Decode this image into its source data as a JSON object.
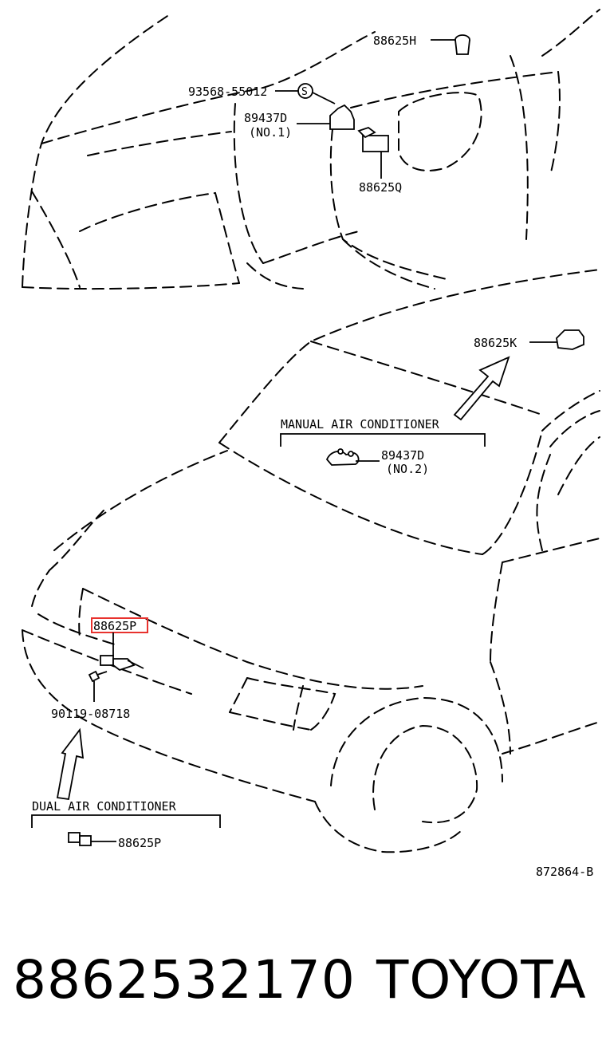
{
  "diagram": {
    "labels": {
      "p_88625H": "88625H",
      "p_93568": "93568-55012",
      "s_mark": "S",
      "p_89437D_1": "89437D",
      "p_89437D_1_sub": "(NO.1)",
      "p_88625Q": "88625Q",
      "p_88625K": "88625K",
      "manual_ac": "MANUAL AIR CONDITIONER",
      "p_89437D_2": "89437D",
      "p_89437D_2_sub": "(NO.2)",
      "p_88625P_highlight": "88625P",
      "p_90119": "90119-08718",
      "dual_ac": "DUAL AIR CONDITIONER",
      "p_88625P": "88625P",
      "ref_code": "872864-B"
    },
    "highlight_color": "#e8322e"
  },
  "footer": {
    "part_number": "8862532170",
    "brand": "TOYOTA"
  }
}
